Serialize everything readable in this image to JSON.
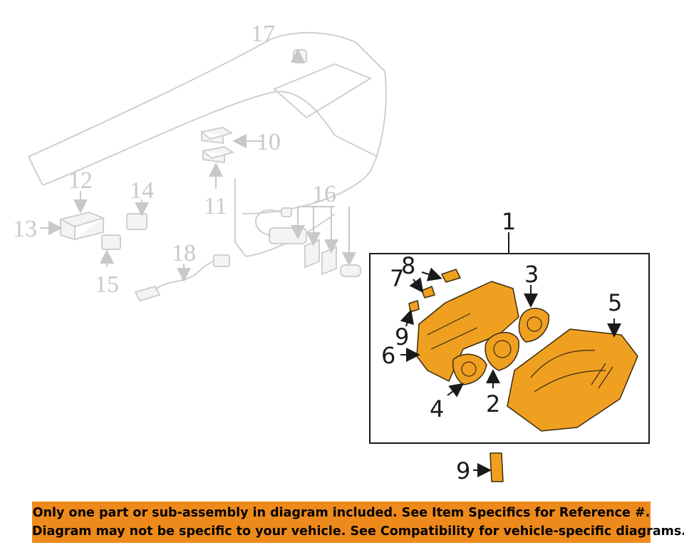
{
  "callouts": {
    "n1": "1",
    "n2": "2",
    "n3": "3",
    "n4": "4",
    "n5": "5",
    "n6": "6",
    "n7": "7",
    "n8": "8",
    "n9a": "9",
    "n9b": "9",
    "n10": "10",
    "n11": "11",
    "n12": "12",
    "n13": "13",
    "n14": "14",
    "n15": "15",
    "n16": "16",
    "n17": "17",
    "n18": "18"
  },
  "notice": {
    "line1": "Only one part or sub-assembly in diagram included. See Item Specifics for Reference #.",
    "line2": "Diagram may not be specific to your vehicle. See Compatibility for vehicle-specific diagrams."
  },
  "colors": {
    "part_fill": "#f0a020",
    "part_stroke": "#3a2a10",
    "ghost_line": "#cfcfcf",
    "banner": "#ee8a1c"
  }
}
